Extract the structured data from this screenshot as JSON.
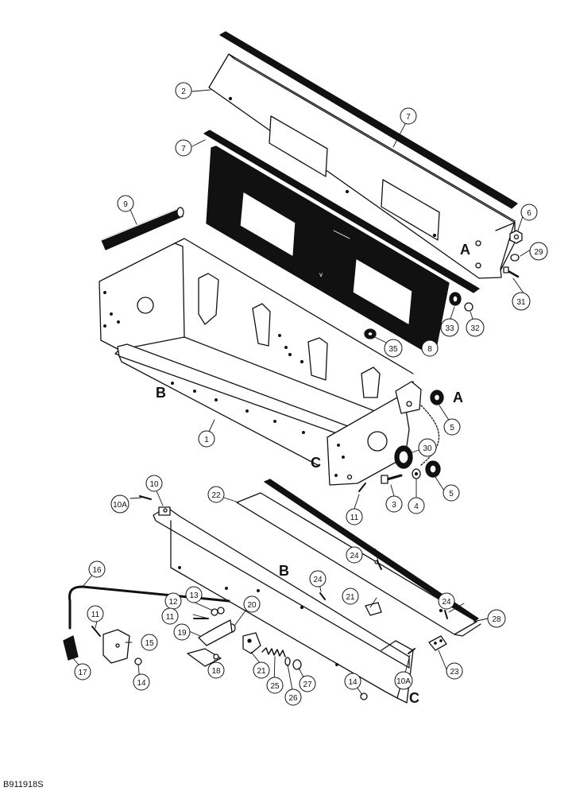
{
  "figure_id": "B911918S",
  "callouts": [
    {
      "key": "c2",
      "text": "2"
    },
    {
      "key": "c7a",
      "text": "7"
    },
    {
      "key": "c7b",
      "text": "7"
    },
    {
      "key": "c9",
      "text": "9"
    },
    {
      "key": "c6",
      "text": "6"
    },
    {
      "key": "c29",
      "text": "29"
    },
    {
      "key": "c31",
      "text": "31"
    },
    {
      "key": "c33",
      "text": "33"
    },
    {
      "key": "c32",
      "text": "32"
    },
    {
      "key": "c8",
      "text": "8"
    },
    {
      "key": "c35",
      "text": "35"
    },
    {
      "key": "c5a",
      "text": "5"
    },
    {
      "key": "c1",
      "text": "1"
    },
    {
      "key": "c30",
      "text": "30"
    },
    {
      "key": "c3",
      "text": "3"
    },
    {
      "key": "c4",
      "text": "4"
    },
    {
      "key": "c5b",
      "text": "5"
    },
    {
      "key": "c11a",
      "text": "11"
    },
    {
      "key": "c10",
      "text": "10"
    },
    {
      "key": "c10Aa",
      "text": "10A"
    },
    {
      "key": "c22",
      "text": "22"
    },
    {
      "key": "c24a",
      "text": "24"
    },
    {
      "key": "c24b",
      "text": "24"
    },
    {
      "key": "c24c",
      "text": "24"
    },
    {
      "key": "c16",
      "text": "16"
    },
    {
      "key": "c12",
      "text": "12"
    },
    {
      "key": "c13",
      "text": "13"
    },
    {
      "key": "c11b",
      "text": "11"
    },
    {
      "key": "c20",
      "text": "20"
    },
    {
      "key": "c21a",
      "text": "21"
    },
    {
      "key": "c28",
      "text": "28"
    },
    {
      "key": "c11c",
      "text": "11"
    },
    {
      "key": "c19",
      "text": "19"
    },
    {
      "key": "c15",
      "text": "15"
    },
    {
      "key": "c14a",
      "text": "14"
    },
    {
      "key": "c17",
      "text": "17"
    },
    {
      "key": "c18",
      "text": "18"
    },
    {
      "key": "c21b",
      "text": "21"
    },
    {
      "key": "c25",
      "text": "25"
    },
    {
      "key": "c26",
      "text": "26"
    },
    {
      "key": "c27",
      "text": "27"
    },
    {
      "key": "c14b",
      "text": "14"
    },
    {
      "key": "c10Ab",
      "text": "10A"
    },
    {
      "key": "c23",
      "text": "23"
    }
  ],
  "ref_letters": {
    "A1": "A",
    "A2": "A",
    "B1": "B",
    "B2": "B",
    "C1": "C",
    "C2": "C"
  }
}
